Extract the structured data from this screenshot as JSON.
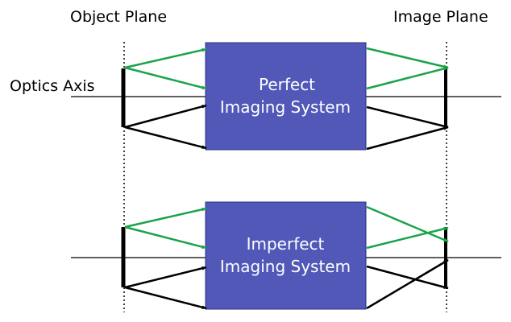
{
  "labels": {
    "object_plane": "Object Plane",
    "image_plane": "Image Plane",
    "optics_axis": "Optics Axis"
  },
  "systems": [
    {
      "line1": "Perfect",
      "line2": "Imaging System"
    },
    {
      "line1": "Imperfect",
      "line2": "Imaging System"
    }
  ],
  "colors": {
    "box": "#5158b8",
    "green": "#1aa34a",
    "black": "#000000"
  }
}
